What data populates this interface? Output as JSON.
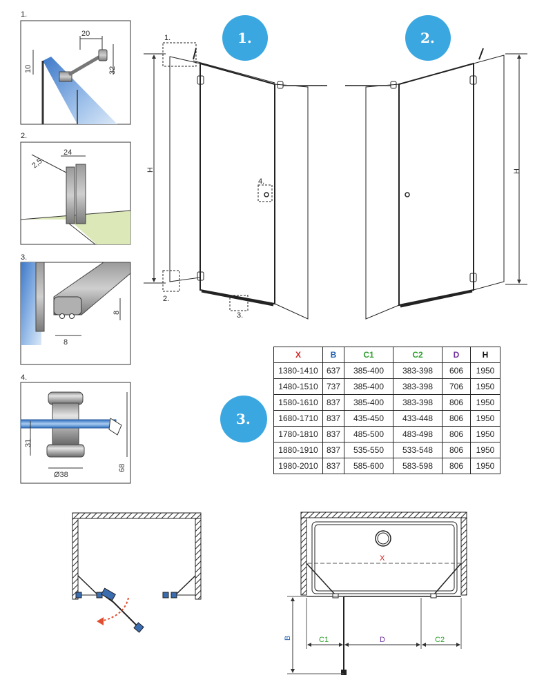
{
  "details": [
    {
      "num": "1.",
      "dims": [
        "20",
        "10",
        "32"
      ]
    },
    {
      "num": "2.",
      "dims": [
        "24",
        "2,5"
      ]
    },
    {
      "num": "3.",
      "dims": [
        "8",
        "8"
      ]
    },
    {
      "num": "4.",
      "dims": [
        "31",
        "Ø38",
        "68"
      ]
    }
  ],
  "front_views": {
    "badge_1": "1.",
    "badge_2": "2.",
    "callouts": [
      "1.",
      "2.",
      "3.",
      "4."
    ],
    "height_label": "H"
  },
  "table": {
    "badge": "3.",
    "headers": [
      {
        "label": "X",
        "color": "#d42020"
      },
      {
        "label": "B",
        "color": "#2060b0"
      },
      {
        "label": "C1",
        "color": "#30a030"
      },
      {
        "label": "C2",
        "color": "#30a030"
      },
      {
        "label": "D",
        "color": "#7030a0"
      },
      {
        "label": "H",
        "color": "#111111"
      }
    ],
    "rows": [
      [
        "1380-1410",
        "637",
        "385-400",
        "383-398",
        "606",
        "1950"
      ],
      [
        "1480-1510",
        "737",
        "385-400",
        "383-398",
        "706",
        "1950"
      ],
      [
        "1580-1610",
        "837",
        "385-400",
        "383-398",
        "806",
        "1950"
      ],
      [
        "1680-1710",
        "837",
        "435-450",
        "433-448",
        "806",
        "1950"
      ],
      [
        "1780-1810",
        "837",
        "485-500",
        "483-498",
        "806",
        "1950"
      ],
      [
        "1880-1910",
        "837",
        "535-550",
        "533-548",
        "806",
        "1950"
      ],
      [
        "1980-2010",
        "837",
        "585-600",
        "583-598",
        "806",
        "1950"
      ]
    ]
  },
  "plan": {
    "x_label": "X",
    "b_label": "B",
    "c1_label": "C1",
    "d_label": "D",
    "c2_label": "C2"
  },
  "colors": {
    "badge": "#3aa7e0",
    "glass": "#5a8fd0",
    "x_red": "#d42020",
    "b_blue": "#2060b0",
    "c_green": "#30a030",
    "d_purple": "#7030a0",
    "swing_arrow": "#e05030"
  }
}
